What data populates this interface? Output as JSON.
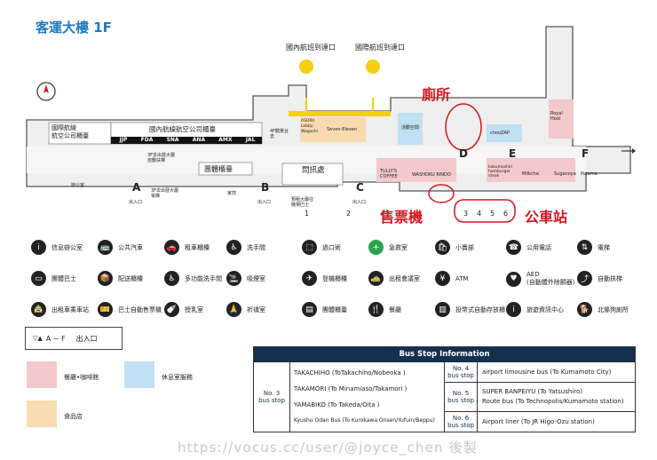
{
  "title": "客運大樓 1F",
  "arrivals": {
    "domestic": "國內航班到達口",
    "international": "國際航班到達口"
  },
  "counters": {
    "intl_airline": "國際航線\n航空公司櫃臺",
    "dom_airline": "國內航線航空公司櫃臺",
    "airline_codes": [
      "JJP",
      "FDA",
      "SNA",
      "ANA",
      "AMX",
      "JAL"
    ],
    "group": "團體櫃臺",
    "info": "問訊處"
  },
  "shops": {
    "asora": "ASORA Lobby Wagashi",
    "seven": "Seven-Eleven",
    "tullys": "TULLY'S COFFEE",
    "washoku": "WASHOKU RINDO",
    "chooozap": "chooZAP",
    "kakumoshin": "kakumoshin hamburger steak",
    "milkcha": "Milkcha",
    "suganoya": "Suganoya",
    "potama": "Potama",
    "royal": "Royal Host",
    "activity": "活動空間"
  },
  "small_labels": {
    "dep_exit": "3F去出發大廳\n自動扶梯",
    "elevator_label": "3F去出發大廳\n電梯",
    "lobby_ent": "出入口",
    "shop": "家煎",
    "bus_1": "1",
    "bus_2": "2",
    "bus_1_label": "預租大廳往\n機場巴士",
    "lift_note": "4F觀景台\n去",
    "rest_area": "吸煙室",
    "office": "辦公室"
  },
  "gates": [
    "A",
    "B",
    "C",
    "D",
    "E",
    "F"
  ],
  "gate_exit_label": "出入口",
  "annotations": {
    "toilet": "廁所",
    "ticket": "售票機",
    "bus": "公車站"
  },
  "bus_stop_numbers": [
    "3",
    "4",
    "5",
    "6"
  ],
  "legend": [
    {
      "icon": "info-desk-icon",
      "glyph": "i",
      "label": "信息辦公室"
    },
    {
      "icon": "bus-icon",
      "glyph": "🚌",
      "label": "公共汽車"
    },
    {
      "icon": "car-rental-icon",
      "glyph": "🚗",
      "label": "租車櫃檯"
    },
    {
      "icon": "restroom-icon",
      "glyph": "♿",
      "label": "洗手間"
    },
    {
      "icon": "gate-icon",
      "glyph": "⬚",
      "label": "過口術"
    },
    {
      "icon": "first-aid-icon",
      "glyph": "+",
      "label": "急救室"
    },
    {
      "icon": "shop-icon",
      "glyph": "🛍",
      "label": "小賣部"
    },
    {
      "icon": "phone-icon",
      "glyph": "☎",
      "label": "公用電話"
    },
    {
      "icon": "elevator-icon",
      "glyph": "⇅",
      "label": "電梯"
    },
    {
      "icon": "group-bus-icon",
      "glyph": "▭",
      "label": "團體巴士"
    },
    {
      "icon": "delivery-icon",
      "glyph": "📦",
      "label": "配送櫃檯"
    },
    {
      "icon": "accessible-restroom-icon",
      "glyph": "♿",
      "label": "多功能洗手間"
    },
    {
      "icon": "smoking-icon",
      "glyph": "🚬",
      "label": "吸煙室"
    },
    {
      "icon": "boarding-icon",
      "glyph": "✈",
      "label": "登機櫃檯"
    },
    {
      "icon": "taxi-counter-icon",
      "glyph": "🚕",
      "label": "出租會議室"
    },
    {
      "icon": "atm-icon",
      "glyph": "¥",
      "label": "ATM"
    },
    {
      "icon": "aed-icon",
      "glyph": "♥",
      "label": "AED\n(自動體外除顫器)"
    },
    {
      "icon": "escalator-icon",
      "glyph": "⤴",
      "label": "自動扶梯"
    },
    {
      "icon": "taxi-icon",
      "glyph": "🚖",
      "label": "出租車乘車站"
    },
    {
      "icon": "bus-ticket-icon",
      "glyph": "🎫",
      "label": "巴士自動售票機"
    },
    {
      "icon": "nursing-icon",
      "glyph": "🍼",
      "label": "授乳室"
    },
    {
      "icon": "prayer-icon",
      "glyph": "🙏",
      "label": "祈禱室"
    },
    {
      "icon": "group-counter-icon",
      "glyph": "▤",
      "label": "團體櫃臺"
    },
    {
      "icon": "restaurant-icon",
      "glyph": "🍴",
      "label": "餐廳"
    },
    {
      "icon": "vending-icon",
      "glyph": "▥",
      "label": "投幣式自動存放櫃"
    },
    {
      "icon": "tourist-info-icon",
      "glyph": "i",
      "label": "旅遊資訊中心"
    },
    {
      "icon": "dog-icon",
      "glyph": "🐕",
      "label": "北條狗廁所"
    }
  ],
  "gate_legend": "A ~ F",
  "gate_legend_label": "出入口",
  "area_legend": [
    {
      "label": "餐廳•咖啡館",
      "color": "#f3c9cc"
    },
    {
      "label": "休息室服務",
      "color": "#bfe1f3"
    },
    {
      "label": "食品店",
      "color": "#f8dcb0"
    }
  ],
  "bus_table": {
    "header": "Bus Stop Information",
    "stop3": "No. 3\nbus stop",
    "stop3_routes": [
      "TAKACHIHO (ToTakachiho/Nobeoka )",
      "TAKAMORI (To Minamiaso/Takamori )",
      "YAMABIKO (To Takeda/Oita )",
      "Kyushu Odan Bus (To Kurokawa Onsen/Yufuin/Beppu)"
    ],
    "stop4": "No. 4\nbus stop",
    "stop4_route": "airport limousine bus (To Kumamoto City)",
    "stop5": "No. 5\nbus stop",
    "stop5_route": "SUPER BANPEIYU (To Yatsushiro)\nRoute bus (To Technopolis/Kumamoto station)",
    "stop6": "No. 6\nbus stop",
    "stop6_route": "Airport liner (To JR Higo-Ozu station)"
  },
  "watermark": "https://vocus.cc/user/@joyce_chen 後製",
  "colors": {
    "title": "#1f7ac0",
    "annot": "#d5161f",
    "floor": "#efefef",
    "wall": "#555555",
    "navy": "#14304e",
    "yellow": "#f4cf14"
  }
}
